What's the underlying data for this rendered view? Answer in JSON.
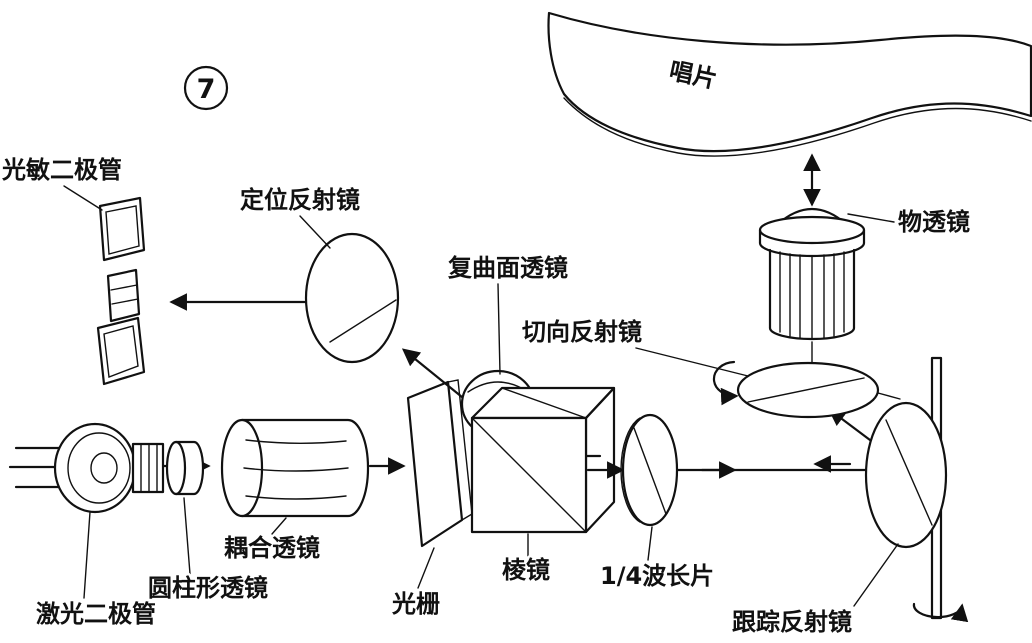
{
  "figure": {
    "number": "7"
  },
  "labels": {
    "disc": "唱片",
    "photodiode": "光敏二极管",
    "positioning_mirror": "定位反射镜",
    "toric_lens": "复曲面透镜",
    "tangential_mirror": "切向反射镜",
    "objective_lens": "物透镜",
    "coupling_lens": "耦合透镜",
    "cylindrical_lens": "圆柱形透镜",
    "laser_diode": "激光二极管",
    "grating": "光栅",
    "prism": "棱镜",
    "quarter_wave_plate": "1/4波长片",
    "tracking_mirror": "跟踪反射镜"
  },
  "colors": {
    "ink": "#111111",
    "paper": "#ffffff"
  }
}
